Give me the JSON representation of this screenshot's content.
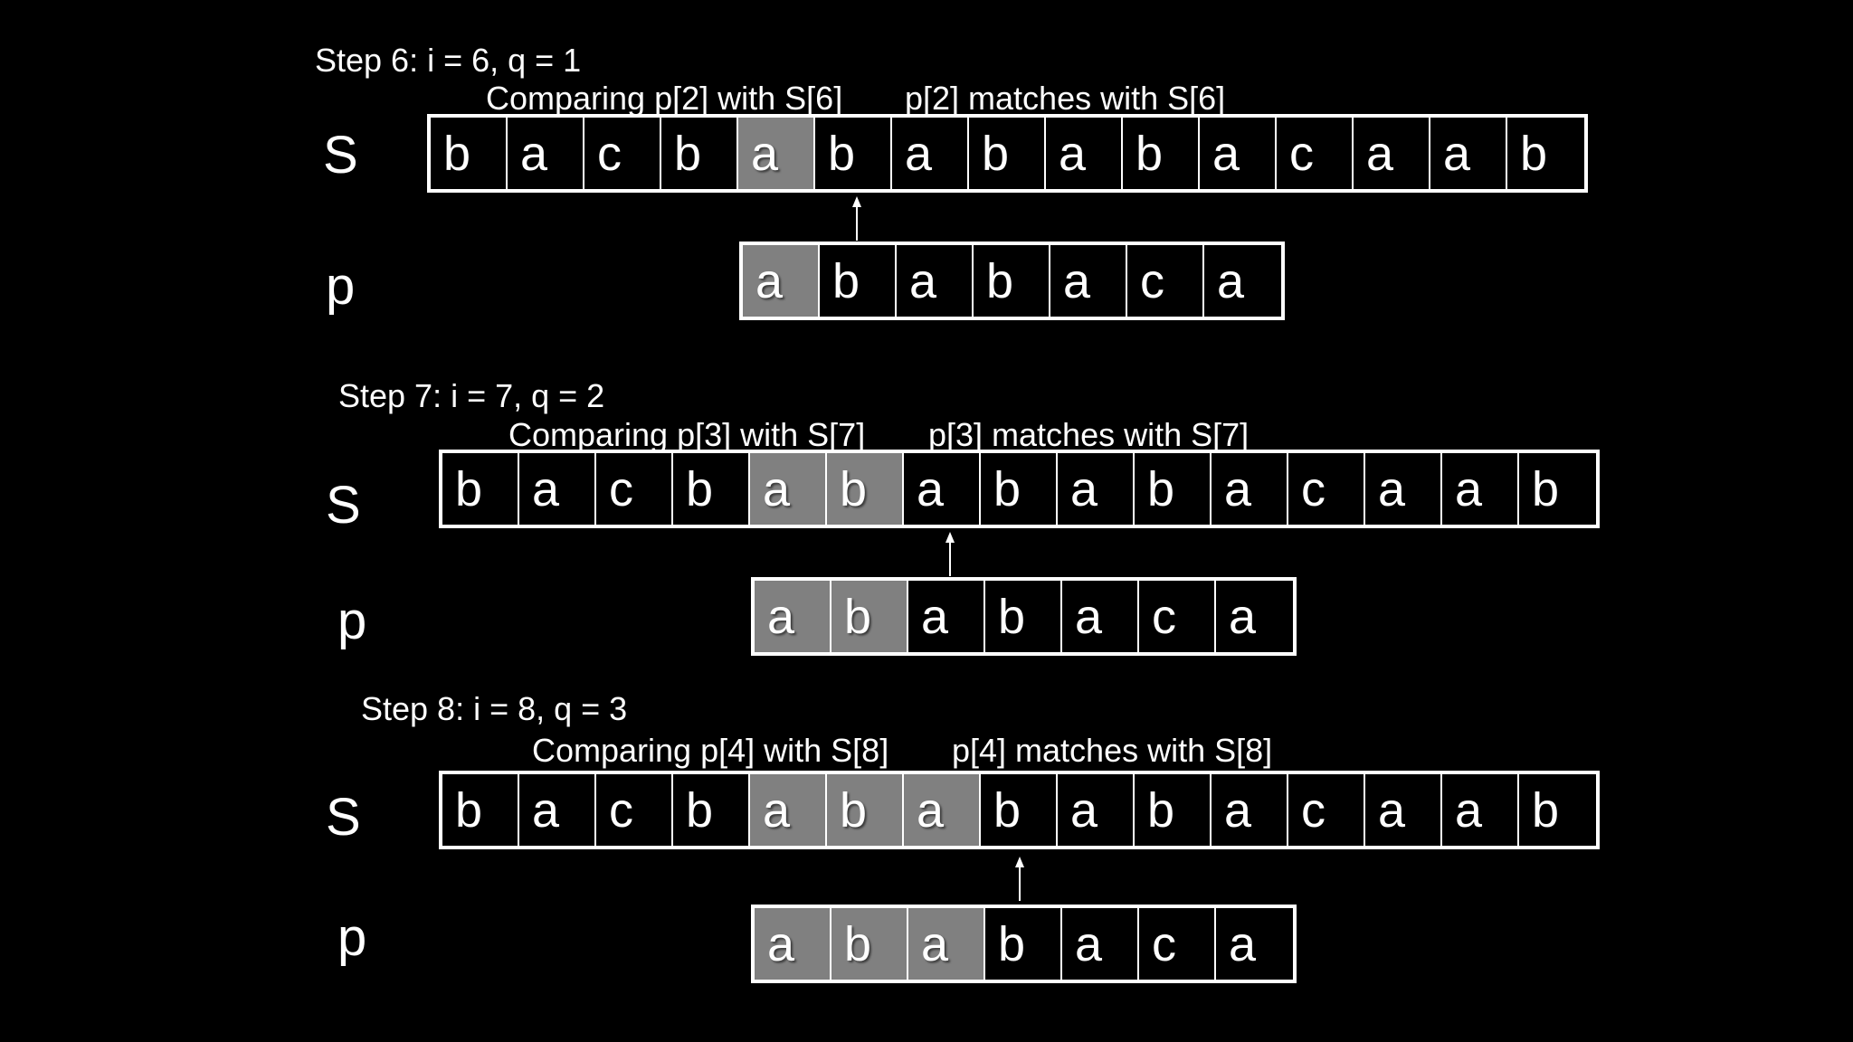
{
  "colors": {
    "background": "#000000",
    "foreground": "#ffffff",
    "highlight": "#808080"
  },
  "labels": {
    "s": "S",
    "p": "p"
  },
  "steps": [
    {
      "title": "Step 6: i = 6, q = 1",
      "comparing": "Comparing p[2] with S[6]",
      "matches": "p[2] matches with S[6]",
      "s_cells": [
        {
          "ch": "b",
          "hl": false
        },
        {
          "ch": "a",
          "hl": false
        },
        {
          "ch": "c",
          "hl": false
        },
        {
          "ch": "b",
          "hl": false
        },
        {
          "ch": "a",
          "hl": true
        },
        {
          "ch": "b",
          "hl": false
        },
        {
          "ch": "a",
          "hl": false
        },
        {
          "ch": "b",
          "hl": false
        },
        {
          "ch": "a",
          "hl": false
        },
        {
          "ch": "b",
          "hl": false
        },
        {
          "ch": "a",
          "hl": false
        },
        {
          "ch": "c",
          "hl": false
        },
        {
          "ch": "a",
          "hl": false
        },
        {
          "ch": "a",
          "hl": false
        },
        {
          "ch": "b",
          "hl": false
        }
      ],
      "p_cells": [
        {
          "ch": "a",
          "hl": true
        },
        {
          "ch": "b",
          "hl": false
        },
        {
          "ch": "a",
          "hl": false
        },
        {
          "ch": "b",
          "hl": false
        },
        {
          "ch": "a",
          "hl": false
        },
        {
          "ch": "c",
          "hl": false
        },
        {
          "ch": "a",
          "hl": false
        }
      ]
    },
    {
      "title": "Step 7: i = 7, q = 2",
      "comparing": "Comparing p[3] with S[7]",
      "matches": "p[3] matches with S[7]",
      "s_cells": [
        {
          "ch": "b",
          "hl": false
        },
        {
          "ch": "a",
          "hl": false
        },
        {
          "ch": "c",
          "hl": false
        },
        {
          "ch": "b",
          "hl": false
        },
        {
          "ch": "a",
          "hl": true
        },
        {
          "ch": "b",
          "hl": true
        },
        {
          "ch": "a",
          "hl": false
        },
        {
          "ch": "b",
          "hl": false
        },
        {
          "ch": "a",
          "hl": false
        },
        {
          "ch": "b",
          "hl": false
        },
        {
          "ch": "a",
          "hl": false
        },
        {
          "ch": "c",
          "hl": false
        },
        {
          "ch": "a",
          "hl": false
        },
        {
          "ch": "a",
          "hl": false
        },
        {
          "ch": "b",
          "hl": false
        }
      ],
      "p_cells": [
        {
          "ch": "a",
          "hl": true
        },
        {
          "ch": "b",
          "hl": true
        },
        {
          "ch": "a",
          "hl": false
        },
        {
          "ch": "b",
          "hl": false
        },
        {
          "ch": "a",
          "hl": false
        },
        {
          "ch": "c",
          "hl": false
        },
        {
          "ch": "a",
          "hl": false
        }
      ]
    },
    {
      "title": "Step 8: i = 8, q = 3",
      "comparing": "Comparing p[4] with S[8]",
      "matches": "p[4] matches with S[8]",
      "s_cells": [
        {
          "ch": "b",
          "hl": false
        },
        {
          "ch": "a",
          "hl": false
        },
        {
          "ch": "c",
          "hl": false
        },
        {
          "ch": "b",
          "hl": false
        },
        {
          "ch": "a",
          "hl": true
        },
        {
          "ch": "b",
          "hl": true
        },
        {
          "ch": "a",
          "hl": true
        },
        {
          "ch": "b",
          "hl": false
        },
        {
          "ch": "a",
          "hl": false
        },
        {
          "ch": "b",
          "hl": false
        },
        {
          "ch": "a",
          "hl": false
        },
        {
          "ch": "c",
          "hl": false
        },
        {
          "ch": "a",
          "hl": false
        },
        {
          "ch": "a",
          "hl": false
        },
        {
          "ch": "b",
          "hl": false
        }
      ],
      "p_cells": [
        {
          "ch": "a",
          "hl": true
        },
        {
          "ch": "b",
          "hl": true
        },
        {
          "ch": "a",
          "hl": true
        },
        {
          "ch": "b",
          "hl": false
        },
        {
          "ch": "a",
          "hl": false
        },
        {
          "ch": "c",
          "hl": false
        },
        {
          "ch": "a",
          "hl": false
        }
      ]
    }
  ]
}
